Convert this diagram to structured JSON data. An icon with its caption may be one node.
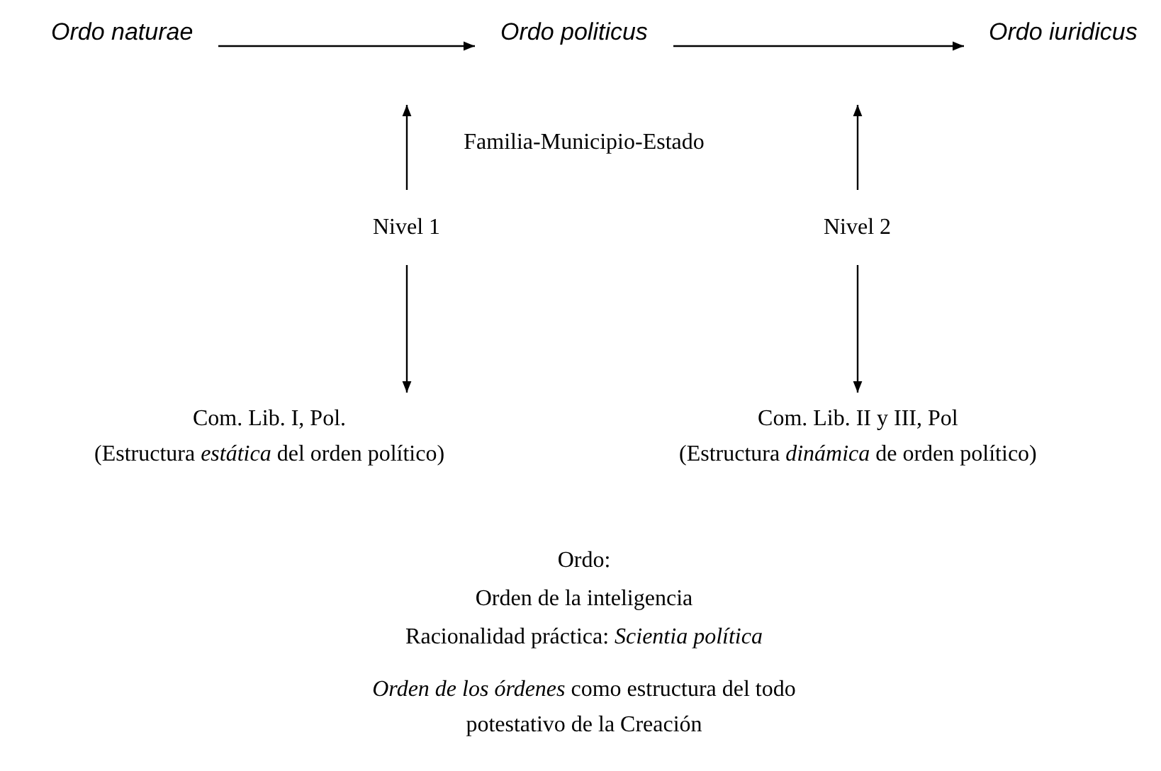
{
  "diagram": {
    "nodes": [
      {
        "text": [
          "Ordo naturae"
        ]
      },
      {
        "text": [
          "Ordo politicus"
        ]
      },
      {
        "text": [
          "Ordo iuridicus"
        ]
      },
      {
        "text": [
          "Nivel 1"
        ]
      },
      {
        "text": [
          "Nivel 2"
        ]
      },
      {
        "text": [
          "Com. Lib. I, Pol.",
          "(Estructura *estática* del orden político)"
        ]
      },
      {
        "text": [
          "Com. Lib. II y III, Pol",
          "(Estructura *dinámica* de orden político)"
        ]
      }
    ],
    "edges": [
      {
        "from": 0,
        "to": 1,
        "arrow": "to"
      },
      {
        "from": 1,
        "to": 2,
        "arrow": "to"
      },
      {
        "from": 3,
        "to": null,
        "arrow": "to"
      },
      {
        "from": 3,
        "to": 5,
        "arrow": "to"
      },
      {
        "from": 4,
        "to": null,
        "arrow": "to"
      },
      {
        "from": 4,
        "to": 6,
        "arrow": "to"
      }
    ],
    "labels": [
      "Familia-Municipio-Estado",
      "Ordo:",
      "Orden de la inteligencia",
      "Racionalidad práctica: *Scientia política*",
      "*Orden de los órdenes* como estructura del todo potestativo de la Creación"
    ]
  }
}
